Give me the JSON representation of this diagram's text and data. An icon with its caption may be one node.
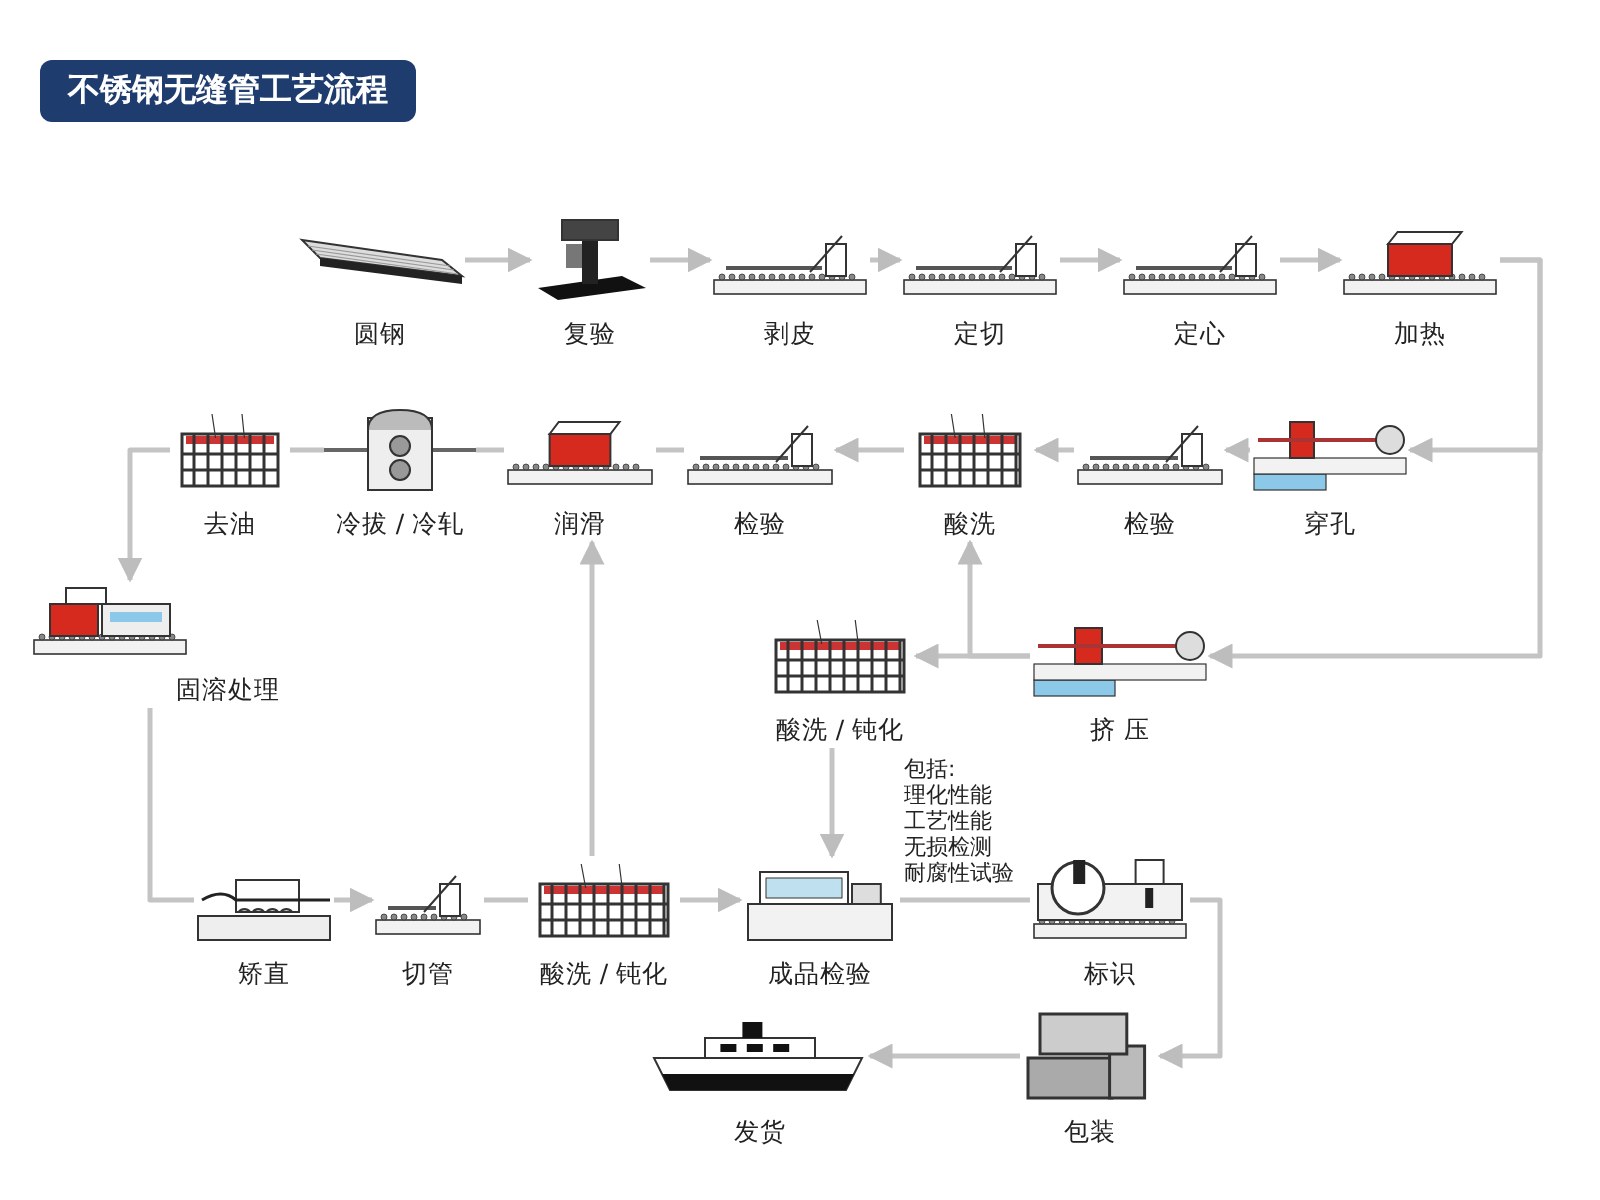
{
  "diagram": {
    "title": "不锈钢无缝管工艺流程",
    "nodes": [
      {
        "text": [
          "圆钢"
        ]
      },
      {
        "text": [
          "复验"
        ]
      },
      {
        "text": [
          "剥皮"
        ]
      },
      {
        "text": [
          "定切"
        ]
      },
      {
        "text": [
          "定心"
        ]
      },
      {
        "text": [
          "加热"
        ]
      },
      {
        "text": [
          "穿孔"
        ]
      },
      {
        "text": [
          "检验"
        ]
      },
      {
        "text": [
          "酸洗"
        ]
      },
      {
        "text": [
          "检验"
        ]
      },
      {
        "text": [
          "润滑"
        ]
      },
      {
        "text": [
          "冷拔 / 冷轧"
        ]
      },
      {
        "text": [
          "去油"
        ]
      },
      {
        "text": [
          "固溶处理"
        ]
      },
      {
        "text": [
          "挤 压"
        ]
      },
      {
        "text": [
          "酸洗 / 钝化"
        ]
      },
      {
        "text": [
          "矫直"
        ]
      },
      {
        "text": [
          "切管"
        ]
      },
      {
        "text": [
          "酸洗 / 钝化"
        ]
      },
      {
        "text": [
          "成品检验"
        ],
        "beside": [
          "包括:",
          "理化性能",
          "工艺性能",
          "无损检测",
          "耐腐性试验"
        ]
      },
      {
        "text": [
          "标识"
        ]
      },
      {
        "text": [
          "包装"
        ]
      },
      {
        "text": [
          "发货"
        ]
      }
    ],
    "edges": [
      {
        "from": 0,
        "to": 1,
        "arrow": "to"
      },
      {
        "from": 1,
        "to": 2,
        "arrow": "to"
      },
      {
        "from": 2,
        "to": 3,
        "arrow": "to"
      },
      {
        "from": 3,
        "to": 4,
        "arrow": "to"
      },
      {
        "from": 4,
        "to": 5,
        "arrow": "to"
      },
      {
        "from": 5,
        "to": 6,
        "arrow": "to"
      },
      {
        "from": 5,
        "to": 14,
        "arrow": "to"
      },
      {
        "from": 6,
        "to": 7,
        "arrow": "to"
      },
      {
        "from": 7,
        "to": 8,
        "arrow": "to"
      },
      {
        "from": 8,
        "to": 9,
        "arrow": "to"
      },
      {
        "from": 9,
        "to": 10,
        "arrow": "none"
      },
      {
        "from": 10,
        "to": 11,
        "arrow": "none"
      },
      {
        "from": 11,
        "to": 12,
        "arrow": "none"
      },
      {
        "from": 12,
        "to": 13,
        "arrow": "to"
      },
      {
        "from": 13,
        "to": 16,
        "arrow": "none"
      },
      {
        "from": 16,
        "to": 17,
        "arrow": "to"
      },
      {
        "from": 17,
        "to": 18,
        "arrow": "none"
      },
      {
        "from": 18,
        "to": 19,
        "arrow": "to"
      },
      {
        "from": 18,
        "to": 10,
        "arrow": "to"
      },
      {
        "from": 14,
        "to": 15,
        "arrow": "to"
      },
      {
        "from": 14,
        "to": 8,
        "arrow": "to"
      },
      {
        "from": 15,
        "to": 19,
        "arrow": "to"
      },
      {
        "from": 19,
        "to": 20,
        "arrow": "none"
      },
      {
        "from": 20,
        "to": 21,
        "arrow": "to"
      },
      {
        "from": 21,
        "to": 22,
        "arrow": "to"
      }
    ]
  }
}
